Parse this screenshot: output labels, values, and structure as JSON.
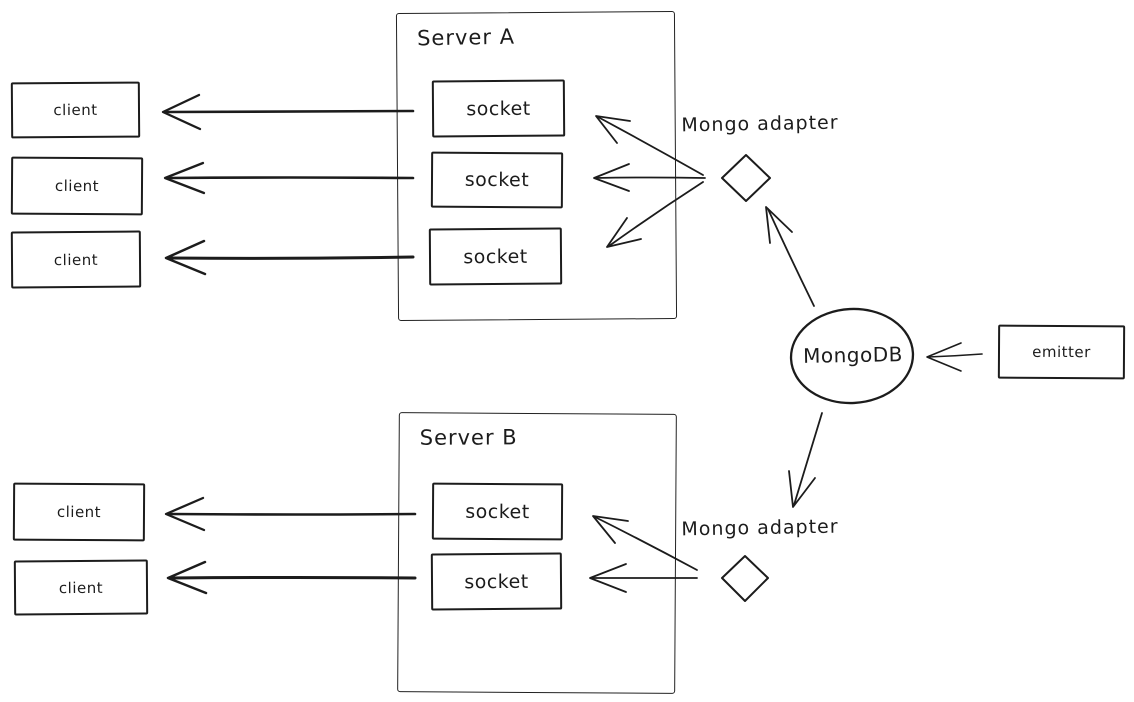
{
  "canvas": {
    "background": "#ffffff",
    "ink": "#1c1c1c"
  },
  "servers": {
    "a": {
      "label": "Server A",
      "sockets": [
        "socket",
        "socket",
        "socket"
      ]
    },
    "b": {
      "label": "Server B",
      "sockets": [
        "socket",
        "socket"
      ]
    }
  },
  "clients": {
    "top": [
      "client",
      "client",
      "client"
    ],
    "bottom": [
      "client",
      "client"
    ]
  },
  "adapters": {
    "top_label": "Mongo adapter",
    "bottom_label": "Mongo adapter"
  },
  "database": {
    "label": "MongoDB"
  },
  "emitter": {
    "label": "emitter"
  }
}
